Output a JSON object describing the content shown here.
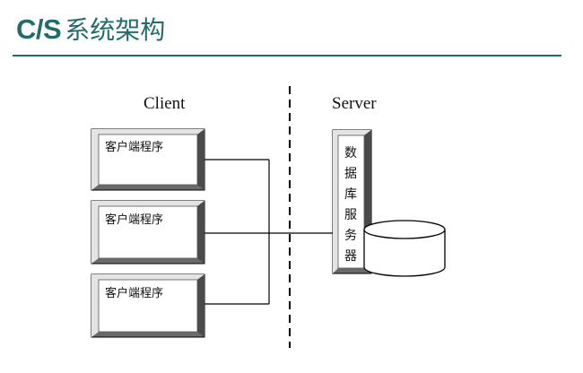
{
  "title": {
    "latin": "C/S",
    "cjk": "系统架构"
  },
  "labels": {
    "client": "Client",
    "server": "Server"
  },
  "clients": [
    {
      "label": "客户端程序"
    },
    {
      "label": "客户端程序"
    },
    {
      "label": "客户端程序"
    }
  ],
  "server_box": {
    "chars": [
      "数",
      "据",
      "库",
      "服",
      "务",
      "器"
    ]
  },
  "colors": {
    "title": "#236b6b",
    "box_face": "#ffffff",
    "bevel_light": "#e4e4e4",
    "bevel_dark": "#6a6a6a",
    "bevel_darker": "#4a4a4a",
    "line": "#000000"
  }
}
